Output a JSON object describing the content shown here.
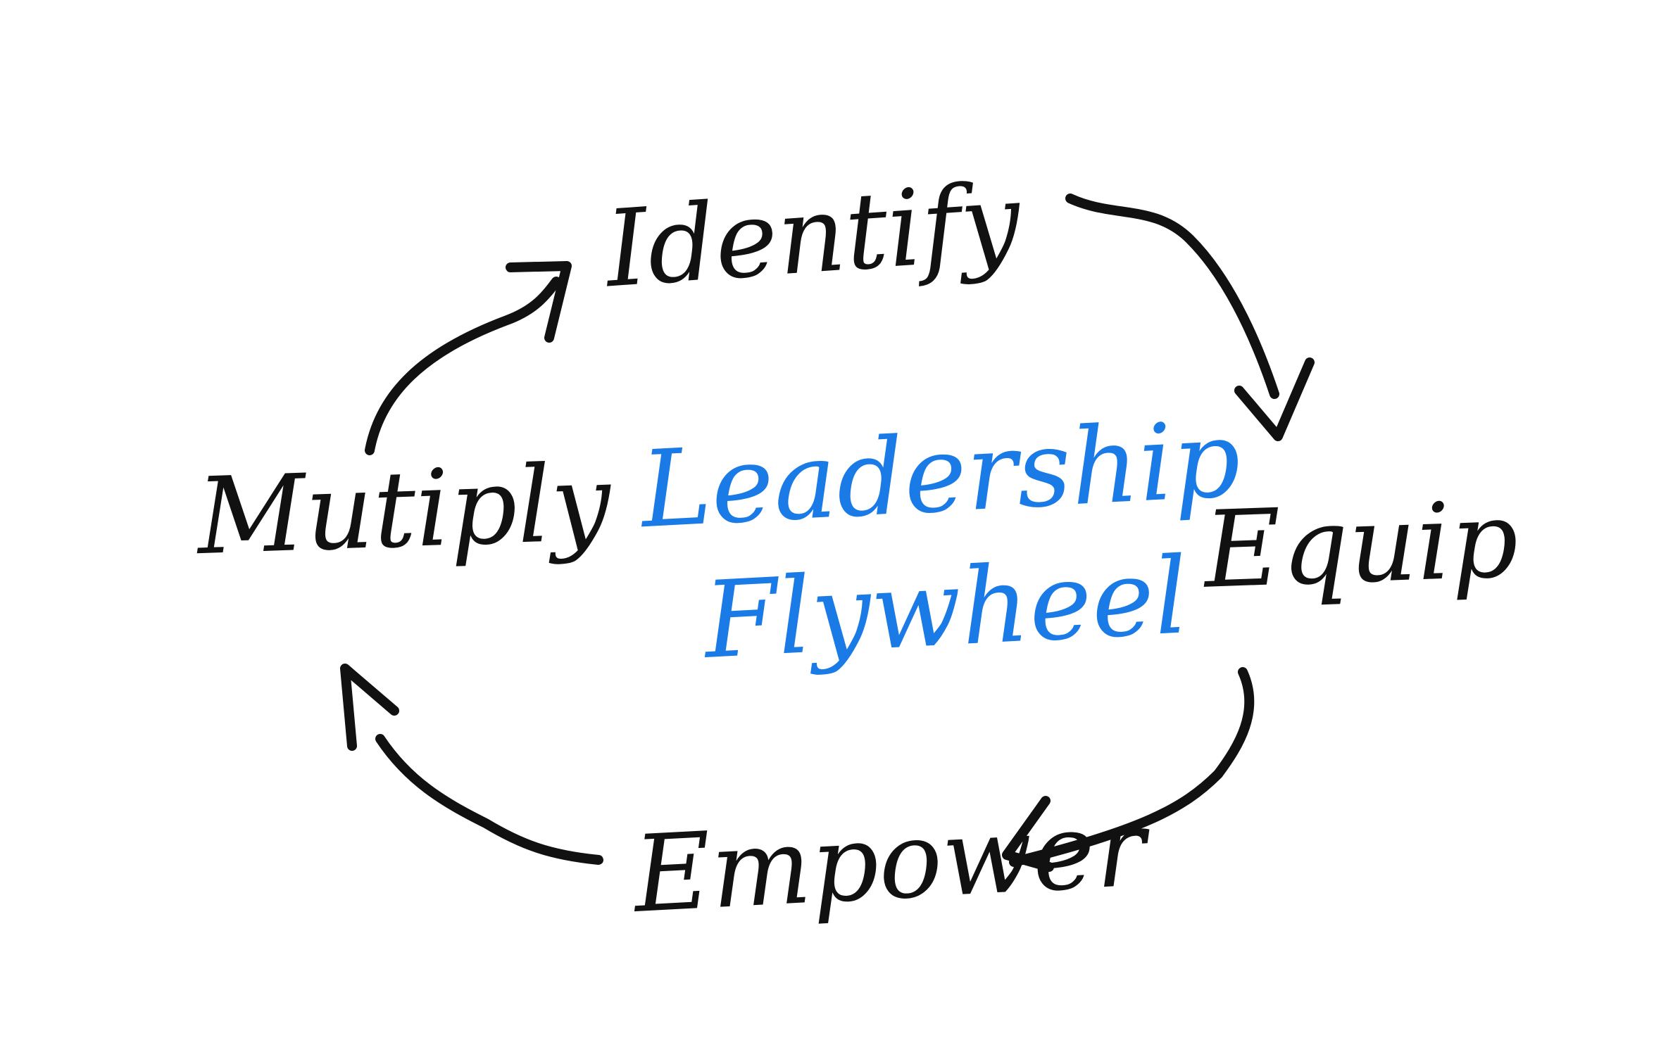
{
  "diagram": {
    "stages": [
      {
        "label": "Identify"
      },
      {
        "label": "Equip"
      },
      {
        "label": "Empower"
      },
      {
        "label": "Mutiply"
      }
    ],
    "center": {
      "line1": "Leadership",
      "line2": "Flywheel"
    },
    "colors": {
      "ink": "#111111",
      "center_ink": "#1a7ae6"
    },
    "flow": "clockwise"
  }
}
